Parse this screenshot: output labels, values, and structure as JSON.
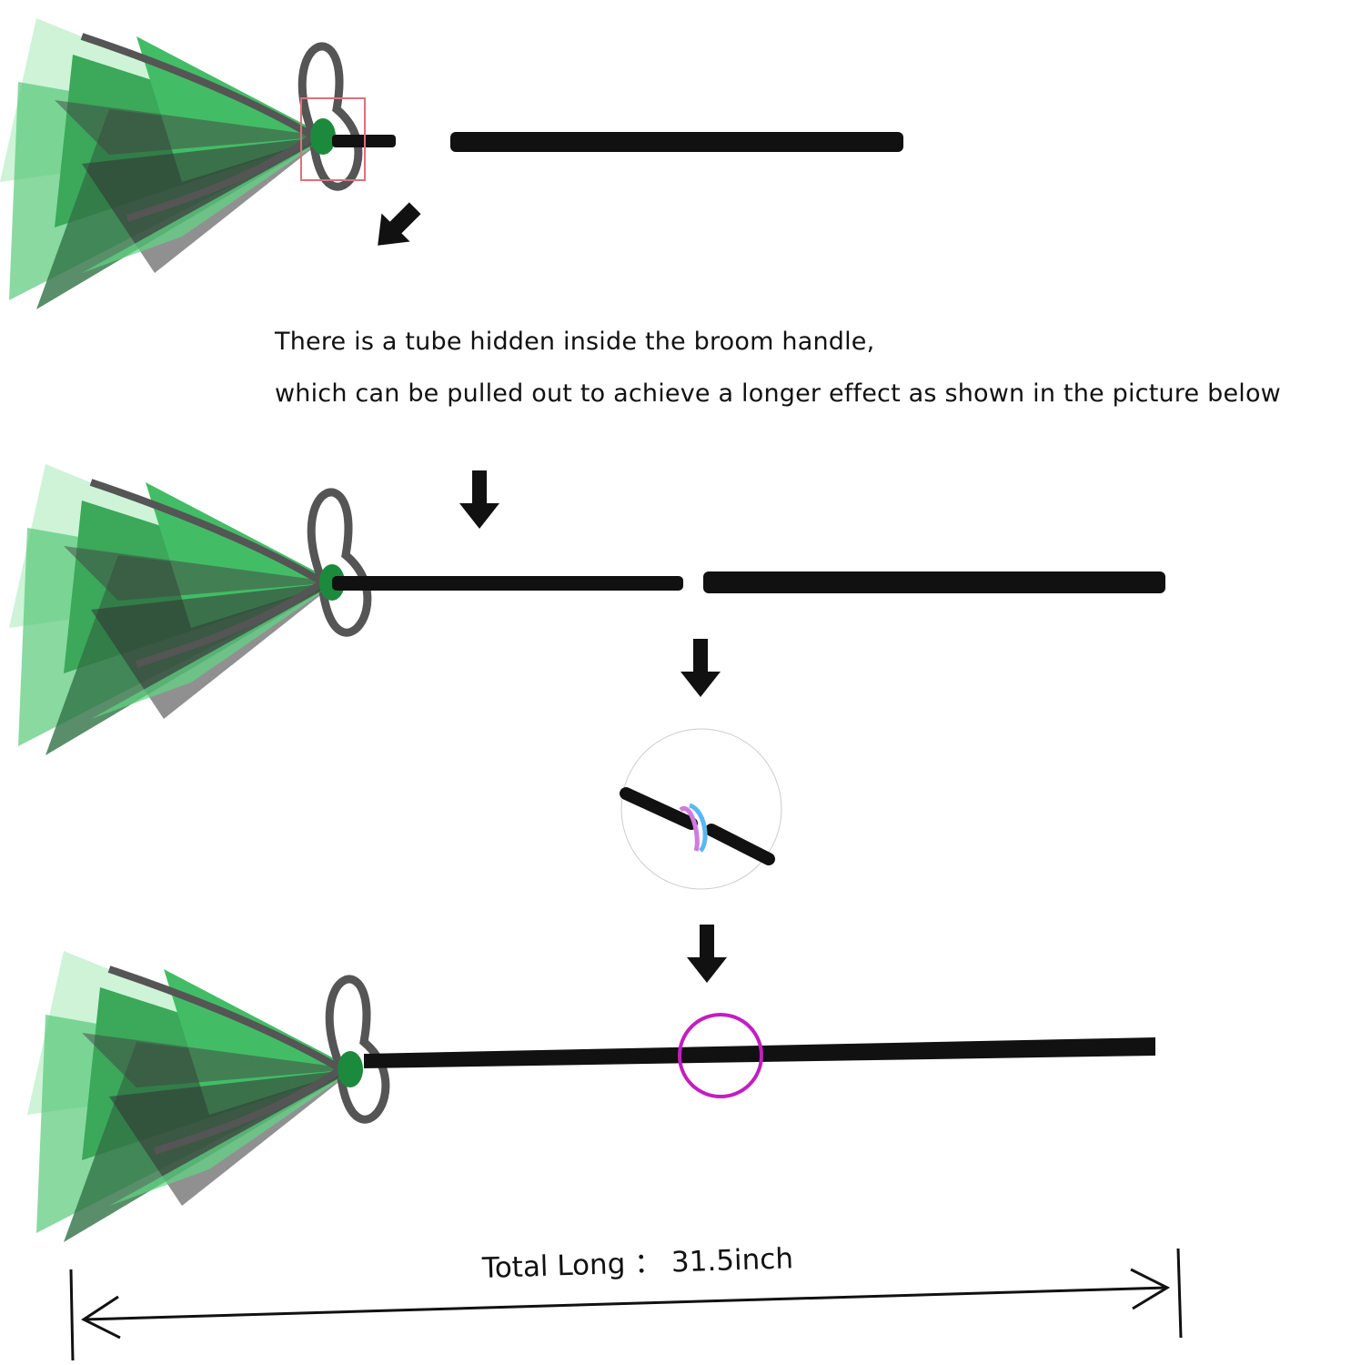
{
  "instructions": {
    "line1": "There is a tube hidden inside the broom handle,",
    "line2": "which can be pulled out to achieve a longer effect as shown in the picture below"
  },
  "measurement": {
    "label": "Total Long ： 31.5inch"
  },
  "colors": {
    "bristle_green": "#1fae4a",
    "bristle_light": "#7fe09a",
    "handle": "#111111",
    "highlight_box": "#e0707a",
    "highlight_circle": "#c21ec2"
  }
}
